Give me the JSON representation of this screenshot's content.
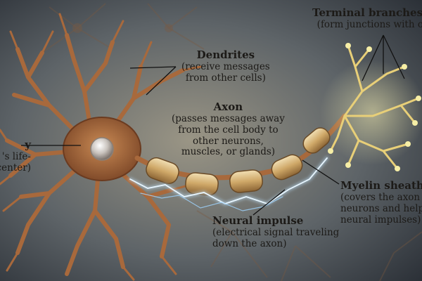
{
  "labels": {
    "dendrites": {
      "title": "Dendrites",
      "desc": [
        "(receive messages",
        "from other cells)"
      ]
    },
    "axon": {
      "title": "Axon",
      "desc": [
        "(passes messages away",
        "from the cell body to",
        "other neurons,",
        "muscles, or glands)"
      ]
    },
    "terminal": {
      "title": "Terminal branches of",
      "desc": [
        "(form junctions with oth"
      ]
    },
    "cell_body": {
      "title": "y",
      "desc": [
        "'s life-",
        "center)"
      ]
    },
    "myelin": {
      "title": "Myelin sheath",
      "desc": [
        "(covers the axon",
        "neurons and help",
        "neural impulses)"
      ]
    },
    "impulse": {
      "title": "Neural impulse",
      "desc": [
        "(electrical signal traveling",
        "down the axon)"
      ]
    }
  },
  "colors": {
    "background": "#3a4048",
    "neuron": "#a8693c",
    "myelin": "#d7b77f",
    "terminal_glow": "#f2e48c",
    "impulse": "#bfe6ff"
  }
}
